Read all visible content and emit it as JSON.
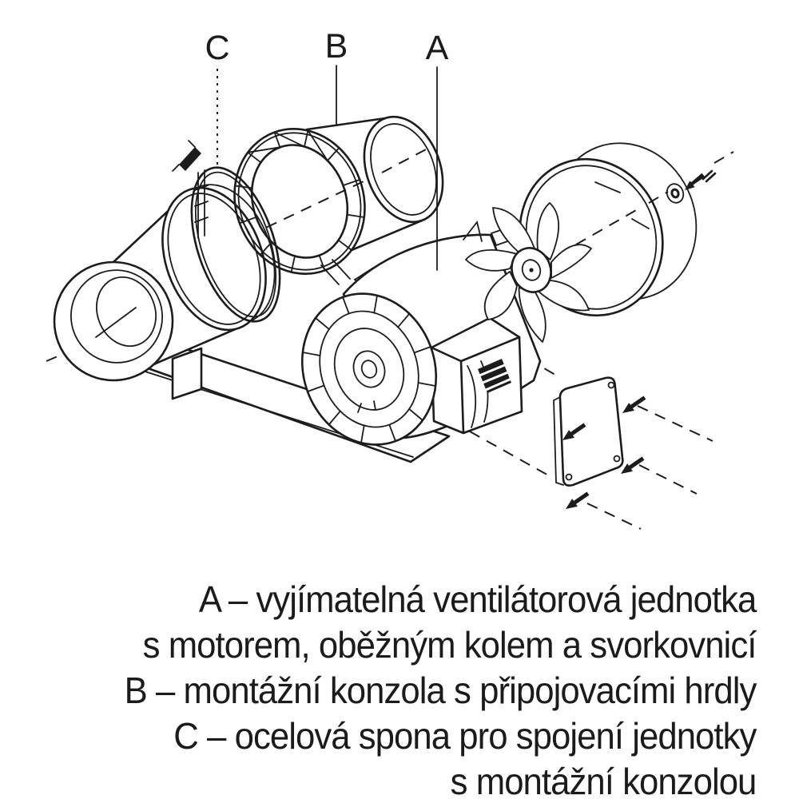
{
  "diagram": {
    "type": "exploded-technical-drawing",
    "subject": "inline duct fan assembly",
    "background": "#ffffff",
    "ink": "#1c1c1c",
    "part_labels": [
      {
        "letter": "C"
      },
      {
        "letter": "B"
      },
      {
        "letter": "A"
      }
    ]
  },
  "legend": {
    "lines": [
      "A – vyjímatelná ventilátorová jednotka",
      "s motorem, oběžným kolem a svorkovnicí",
      "B – montážní konzola s připojovacími hrdly",
      "C – ocelová spona pro spojení jednotky",
      "s montážní konzolou"
    ]
  }
}
